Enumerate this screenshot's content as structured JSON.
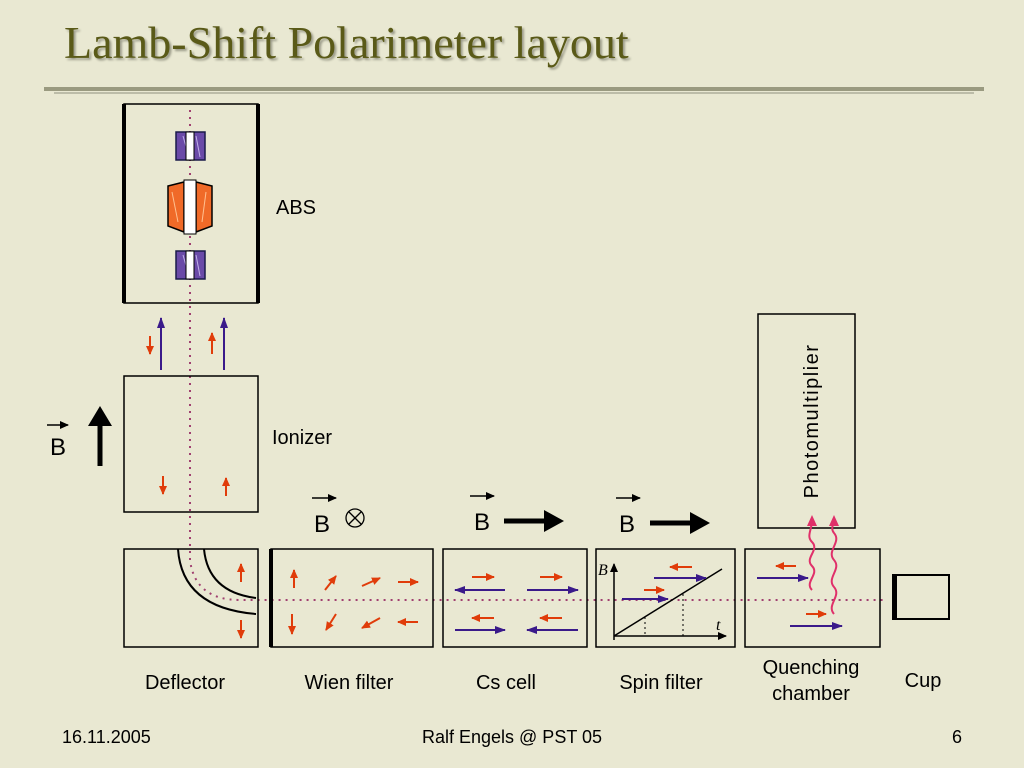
{
  "title": "Lamb-Shift Polarimeter layout",
  "labels": {
    "abs": "ABS",
    "ionizer": "Ionizer",
    "photomultiplier": "Photomultiplier",
    "b_vector": "B",
    "graph_b": "B",
    "graph_t": "t"
  },
  "stages": [
    {
      "id": "deflector",
      "label": "Deflector"
    },
    {
      "id": "wien-filter",
      "label": "Wien filter"
    },
    {
      "id": "cs-cell",
      "label": "Cs cell"
    },
    {
      "id": "spin-filter",
      "label": "Spin filter"
    },
    {
      "id": "quenching-chamber",
      "label_line1": "Quenching",
      "label_line2": "chamber"
    },
    {
      "id": "cup",
      "label": "Cup"
    }
  ],
  "footer": {
    "date": "16.11.2005",
    "author": "Ralf Engels @ PST 05",
    "page": "6"
  },
  "colors": {
    "background": "#e9e8d2",
    "title": "#5a5a18",
    "spin_arrow": "#e03c0a",
    "beam_arrow": "#3a1a8a",
    "beam_line": "#a04070",
    "photon": "#e0306a",
    "magnet_purple": "#6a4aa8",
    "magnet_orange": "#f06a28"
  }
}
